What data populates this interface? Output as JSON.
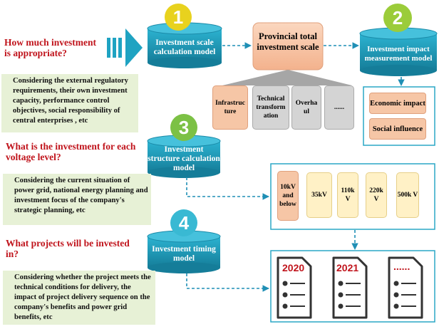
{
  "questions": {
    "q1": "How much investment is appropriate?",
    "q2": "What is the investment for each voltage level?",
    "q3": "What projects will be invested in?"
  },
  "notes": {
    "n1": "Considering the external regulatory requirements, their own investment capacity, performance control objectives, social responsibility of central enterprises , etc",
    "n2": "Considering the current situation of power grid, national energy planning and investment focus of the company's strategic planning, etc",
    "n3": "Considering whether the project meets the technical conditions for delivery, the impact of project delivery sequence on the company's benefits and power grid benefits, etc"
  },
  "models": {
    "m1": "Investment scale calculation model",
    "m2": "Investment impact measurement model",
    "m3": "Investment structure calculation model",
    "m4": "Investment timing model"
  },
  "badges": {
    "b1": "1",
    "b2": "2",
    "b3": "3",
    "b4": "4"
  },
  "total": "Provincial total investment scale",
  "categories": [
    "Infrastruc ture",
    "Technical transform ation",
    "Overha ul",
    "......"
  ],
  "impacts": [
    "Economic impact",
    "Social influence"
  ],
  "voltages": [
    "10kV and below",
    "35kV",
    "110k V",
    "220k V",
    "500k V"
  ],
  "years": [
    "2020",
    "2021",
    "......"
  ],
  "colors": {
    "cylinder": "#1fa3c2",
    "badge1": "#e8d21e",
    "badge2": "#9bcc3a",
    "badge3": "#7cc145",
    "badge4": "#39b9d3",
    "question": "#c0141c",
    "arrow": "#1f8fb5"
  }
}
